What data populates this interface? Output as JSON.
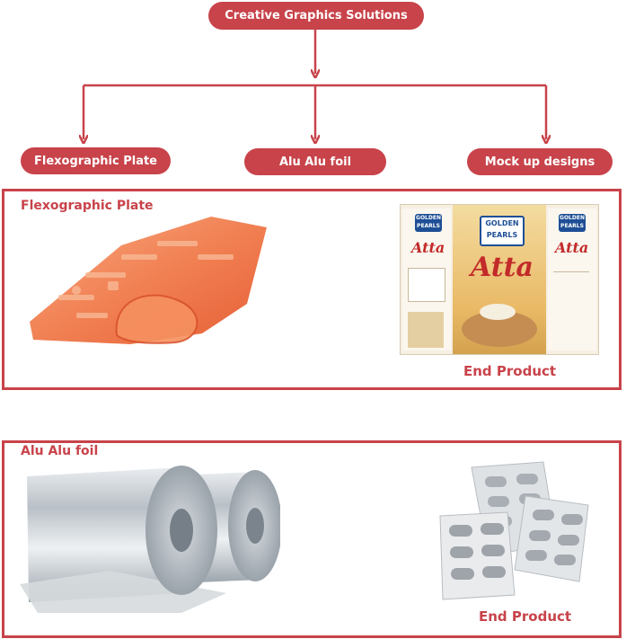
{
  "root": {
    "label": "Creative Graphics Solutions"
  },
  "branches": [
    {
      "label": "Flexographic Plate"
    },
    {
      "label": "Alu Alu foil"
    },
    {
      "label": "Mock up designs"
    }
  ],
  "panels": [
    {
      "title": "Flexographic Plate",
      "end_label": "End Product"
    },
    {
      "title": "Alu Alu foil",
      "end_label": "End Product"
    }
  ],
  "package": {
    "brand_line1": "GOLDEN",
    "brand_line2": "PEARLS",
    "product": "Atta"
  },
  "colors": {
    "accent": "#c8434a"
  },
  "icons": [
    "flexo-plate-image",
    "atta-package-image",
    "foil-roll-image",
    "blister-pack-image",
    "arrow-right-icon"
  ]
}
